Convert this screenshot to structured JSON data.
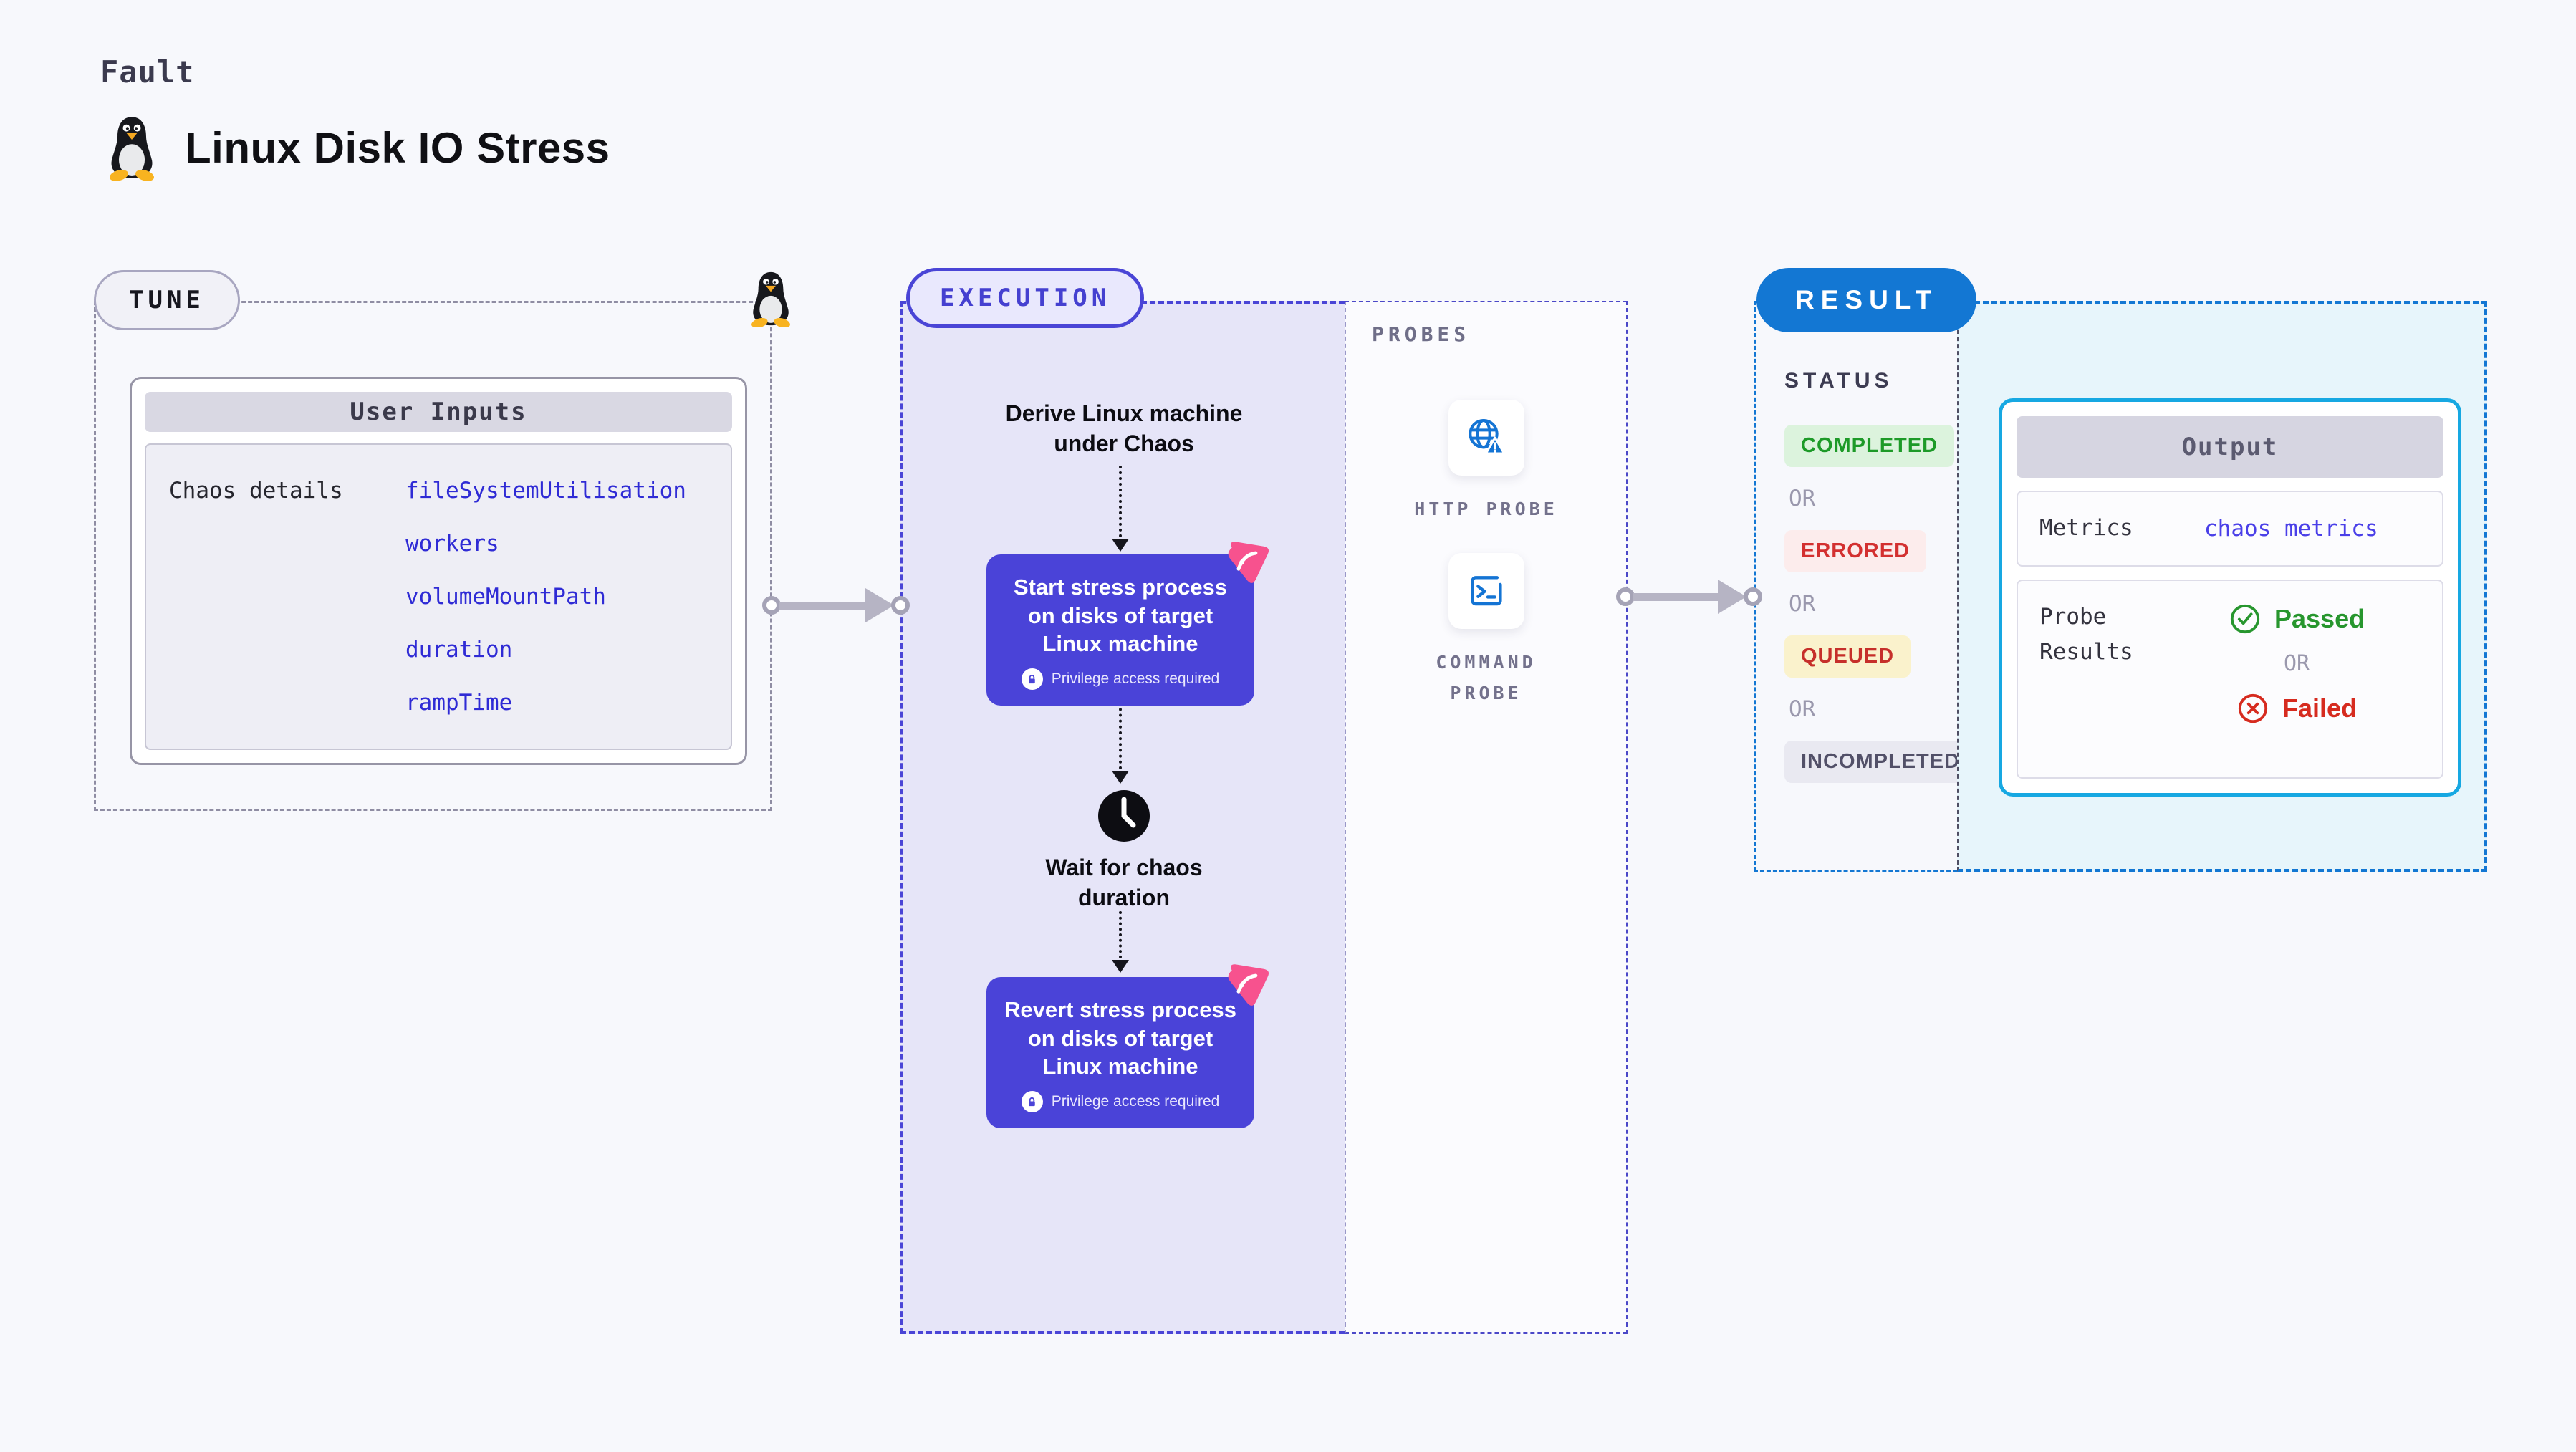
{
  "page": {
    "kicker": "Fault",
    "title": "Linux Disk IO Stress"
  },
  "tune": {
    "badge": "TUNE",
    "card_title": "User Inputs",
    "row_label": "Chaos details",
    "values": [
      "fileSystemUtilisation",
      "workers",
      "volumeMountPath",
      "duration",
      "rampTime"
    ]
  },
  "execution": {
    "badge": "EXECUTION",
    "derive_text": "Derive Linux machine under Chaos",
    "start_node": {
      "text": "Start stress process on disks of target Linux machine",
      "privilege": "Privilege access required"
    },
    "wait_text": "Wait for chaos duration",
    "revert_node": {
      "text": "Revert stress process on disks of target Linux machine",
      "privilege": "Privilege access required"
    }
  },
  "probes": {
    "label": "PROBES",
    "items": [
      {
        "icon": "globe-alert-icon",
        "label": "HTTP PROBE"
      },
      {
        "icon": "terminal-icon",
        "label": "COMMAND PROBE"
      }
    ]
  },
  "result": {
    "badge": "RESULT",
    "status_heading": "STATUS",
    "or": "OR",
    "statuses": [
      {
        "label": "COMPLETED",
        "type": "completed"
      },
      {
        "label": "ERRORED",
        "type": "errored"
      },
      {
        "label": "QUEUED",
        "type": "queued"
      },
      {
        "label": "INCOMPLETED",
        "type": "incompleted"
      }
    ],
    "output": {
      "title": "Output",
      "metrics_label": "Metrics",
      "metrics_value": "chaos metrics",
      "probe_results_label": "Probe Results",
      "passed": "Passed",
      "or": "OR",
      "failed": "Failed"
    }
  },
  "icons": {
    "tux-penguin-icon": "linux penguin mascot",
    "lock-icon": "padlock in white circle",
    "clock-icon": "black clock face",
    "litmus-chaos-icon": "pink rounded triangle logo",
    "globe-alert-icon": "blue globe with warning triangle",
    "terminal-icon": "blue terminal prompt >_",
    "check-circle-icon": "green circled check",
    "x-circle-icon": "red circled x",
    "arrow-right-icon": "gray connector arrow"
  },
  "colors": {
    "background": "#f7f8fc",
    "node_indigo": "#4a43d8",
    "execution_border": "#4a45d6",
    "execution_fill": "#e6e5f8",
    "tune_border": "#8f8da3",
    "code_blue": "#2f2bd5",
    "metrics_blue": "#4a3fe8",
    "result_blue": "#1377d3",
    "result_fill": "#e7f5fb",
    "output_border": "#17a8e2",
    "completed_green": "#1d9a28",
    "errored_red": "#d33030",
    "queued_red": "#c62f2a",
    "incompleted_gray": "#525068",
    "passed_green": "#27962e",
    "failed_red": "#d62b1f",
    "probe_blue": "#1474d4",
    "litmus_pink": "#f7528e",
    "arrow_gray": "#b6b4c4"
  }
}
